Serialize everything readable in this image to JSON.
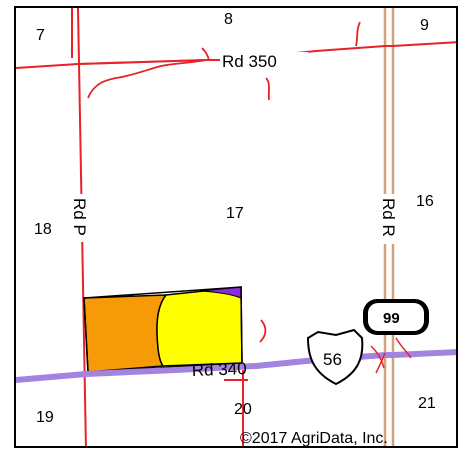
{
  "map": {
    "section_numbers": [
      "7",
      "8",
      "9",
      "16",
      "17",
      "18",
      "19",
      "20",
      "21"
    ],
    "road_labels": {
      "rd_350": "Rd 350",
      "rd_340": "Rd 340",
      "rd_p": "Rd P",
      "rd_r": "Rd R"
    },
    "shields": {
      "us_route": "56",
      "state_route": "99"
    },
    "copyright": "©2017 AgriData, Inc.",
    "colors": {
      "road_red": "#e8212b",
      "highway_purple": "#a283e0",
      "divided_hwy_tan": "#d2a07a",
      "field_orange": "#f79a08",
      "field_yellow": "#ffff00",
      "field_purple": "#8a2be2",
      "gray_road": "#9a9a9a"
    }
  }
}
